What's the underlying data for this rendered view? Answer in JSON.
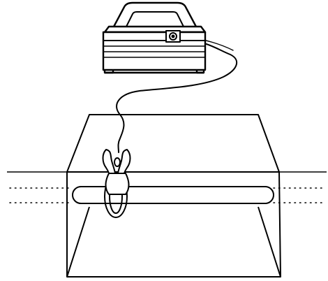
{
  "figure": {
    "description_items": [
      "transmitter-unit",
      "clamp-coupler",
      "test-pit",
      "buried-pipe",
      "ground-surface"
    ],
    "colors": {
      "line": "#000000",
      "background": "#ffffff",
      "panel": "#ffffff"
    }
  }
}
